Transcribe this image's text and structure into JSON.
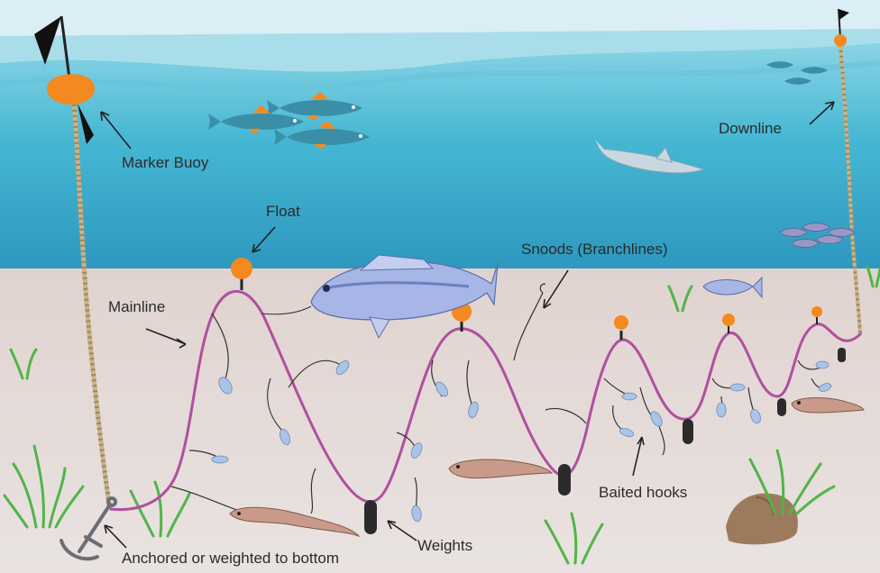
{
  "labels": {
    "marker_buoy": "Marker Buoy",
    "downline": "Downline",
    "float": "Float",
    "snoods": "Snoods (Branchlines)",
    "mainline": "Mainline",
    "baited_hooks": "Baited hooks",
    "weights": "Weights",
    "anchored": "Anchored or weighted to bottom"
  },
  "colors": {
    "sky": "#d7ecf4",
    "water_top": "#7cccde",
    "water_bottom": "#2f9fc2",
    "seafloor": "#e5dbd7",
    "mainline": "#b0509e",
    "float": "#f4891f",
    "weight": "#2d2d2d",
    "rope": "#c9b48a",
    "seagrass": "#58b947",
    "fish_body": "#3a8fa7",
    "fish_fin": "#f4891f",
    "eel": "#c99a8a",
    "bait": "#a8c4e4",
    "rock": "#9a7a5c"
  }
}
